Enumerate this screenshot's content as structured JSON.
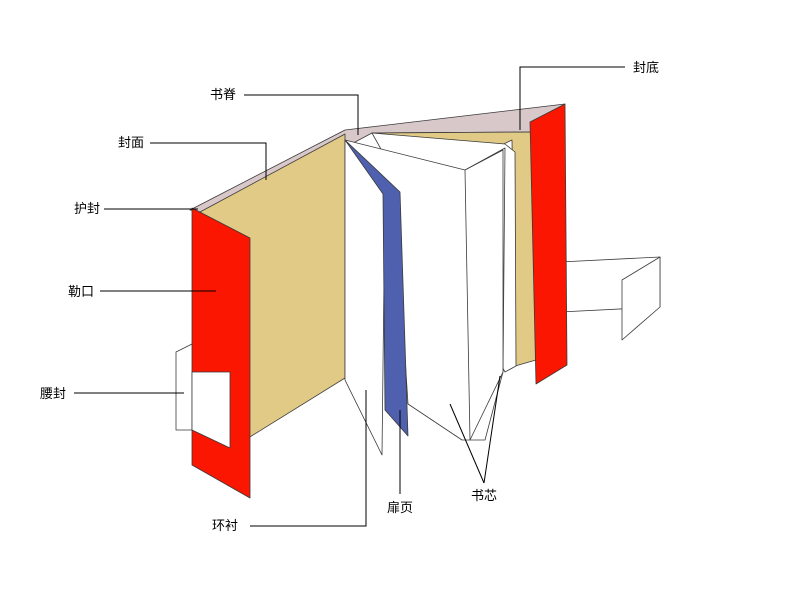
{
  "labels": {
    "back_cover": "封底",
    "spine": "书脊",
    "front_cover": "封面",
    "dust_jacket": "护封",
    "fore_edge": "勒口",
    "belly_band": "腰封",
    "endpaper": "环衬",
    "title_page": "扉页",
    "book_block": "书芯"
  },
  "colors": {
    "jacket_red": "#fa1600",
    "cover_tan": "#e0ca85",
    "spine_mauve": "#d8c8ca",
    "flyleaf_blue": "#4f60ae",
    "page_white": "#ffffff",
    "line": "#000000"
  }
}
